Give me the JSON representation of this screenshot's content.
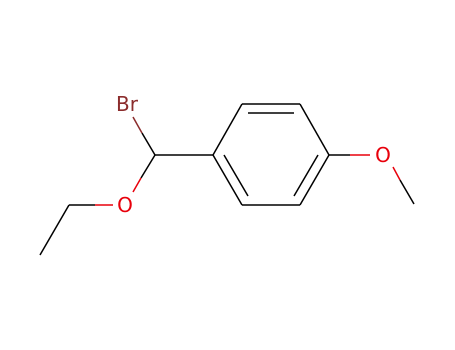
{
  "molecule": {
    "atoms": {
      "br": {
        "label": "Br",
        "color": "#8b2c2c"
      },
      "o_ether": {
        "label": "O",
        "color": "#e8000b"
      },
      "o_methoxy": {
        "label": "O",
        "color": "#e8000b"
      }
    },
    "bond_color": "#000000",
    "hetero_bond_color": "#e8000b",
    "halogen_bond_color": "#8b2c2c"
  }
}
